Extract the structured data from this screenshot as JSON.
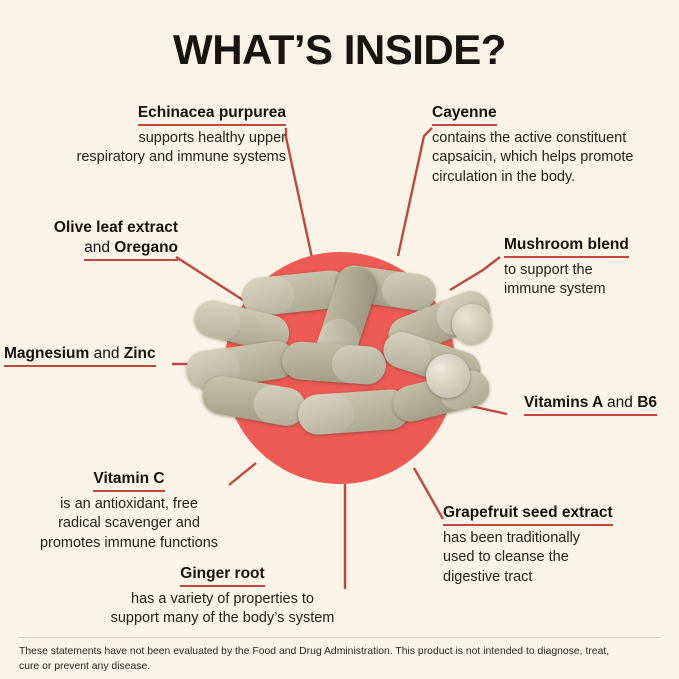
{
  "page": {
    "title": "WHAT’S INSIDE?",
    "background_color": "#FAF3E7",
    "circle_color": "#EE5A54",
    "connector_color": "#BF4840",
    "heading_color": "#16130E"
  },
  "callouts": {
    "echinacea": {
      "heading": "Echinacea purpurea",
      "line1": "supports healthy upper",
      "line2": "respiratory and immune systems"
    },
    "cayenne": {
      "heading": "Cayenne",
      "line1": "contains the active constituent",
      "line2": "capsaicin, which helps promote",
      "line3": "circulation in the body."
    },
    "olive_oregano": {
      "heading_line1": "Olive leaf extract",
      "heading_line2_reg": "and",
      "heading_line2_bold": "Oregano"
    },
    "mushroom": {
      "heading": "Mushroom blend",
      "line1": "to support the",
      "line2": "immune system"
    },
    "magnesium_zinc": {
      "heading_bold1": "Magnesium",
      "heading_reg": "and",
      "heading_bold2": "Zinc"
    },
    "vitamins_a_b6": {
      "heading_bold1": "Vitamins A",
      "heading_reg": "and",
      "heading_bold2": "B6"
    },
    "vitamin_c": {
      "heading": "Vitamin C",
      "line1": "is an antioxidant, free",
      "line2": "radical scavenger and",
      "line3": "promotes immune functions"
    },
    "grapefruit": {
      "heading": "Grapefruit seed extract",
      "line1": "has been traditionally",
      "line2": "used to cleanse the",
      "line3": "digestive tract"
    },
    "ginger": {
      "heading": "Ginger root",
      "line1": "has a variety of properties to",
      "line2": "support many of the body’s system"
    }
  },
  "footer": {
    "line1": "These statements have not been evaluated by the Food and Drug Administration. This product is not intended to diagnose, treat,",
    "line2": "cure or prevent any disease."
  }
}
